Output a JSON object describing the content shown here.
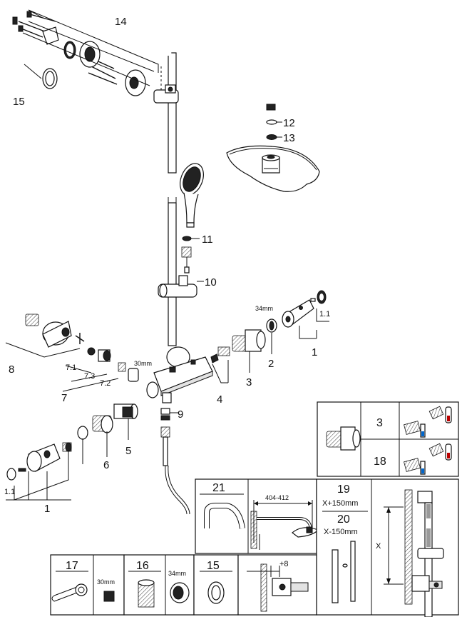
{
  "callouts": {
    "c1": "1",
    "c1_1": "1.1",
    "c2": "2",
    "c3": "3",
    "c4": "4",
    "c5": "5",
    "c6": "6",
    "c7": "7",
    "c7_1": "7.1",
    "c7_2": "7.2",
    "c7_3": "7.3",
    "c8": "8",
    "c9": "9",
    "c10": "10",
    "c11": "11",
    "c12": "12",
    "c13": "13",
    "c14": "14",
    "c15": "15"
  },
  "dimensions": {
    "d34mm": "34mm",
    "d30mm": "30mm"
  },
  "boxes": {
    "legend": {
      "row1": "3",
      "row2": "18"
    },
    "b21": {
      "label": "21",
      "dim": "404-412"
    },
    "b19": {
      "label1": "19",
      "sub1": "X+150mm",
      "label2": "20",
      "sub2": "X-150mm",
      "x": "X"
    },
    "b17": {
      "label": "17",
      "dim": "30mm"
    },
    "b16": {
      "label": "16",
      "dim": "34mm"
    },
    "b15": {
      "label": "15"
    },
    "b8": {
      "dim": "+8"
    }
  }
}
